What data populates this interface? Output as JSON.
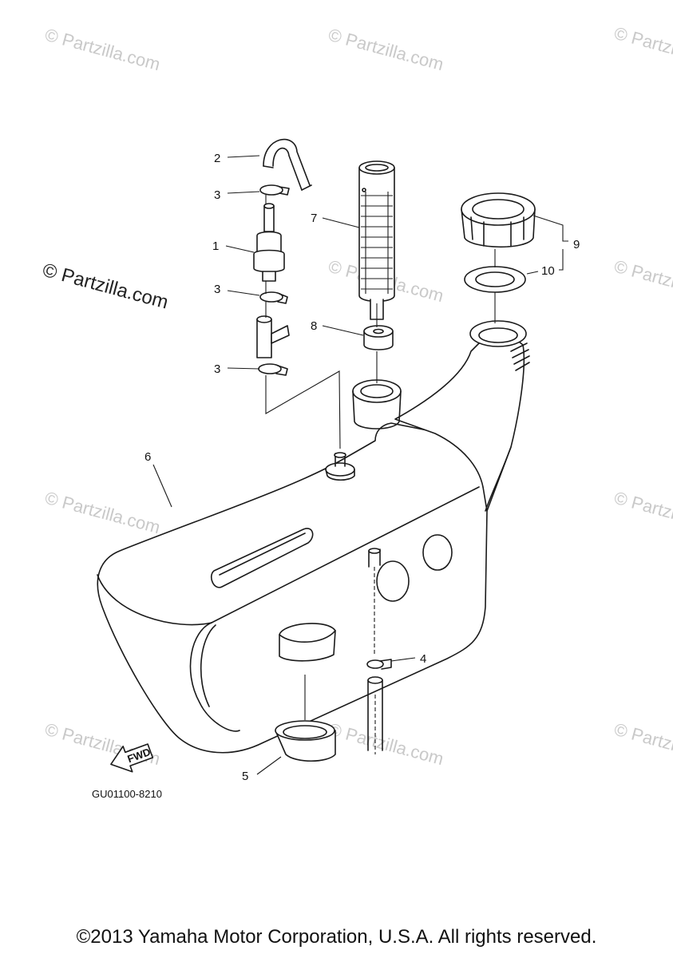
{
  "watermark": {
    "text": "© Partzilla.com",
    "prominent_text": "© Partzilla.com"
  },
  "diagram": {
    "code": "GU01100-8210",
    "fwd_label": "FWD",
    "callouts": [
      {
        "id": "1",
        "label": "1"
      },
      {
        "id": "2",
        "label": "2"
      },
      {
        "id": "3a",
        "label": "3"
      },
      {
        "id": "3b",
        "label": "3"
      },
      {
        "id": "3c",
        "label": "3"
      },
      {
        "id": "4",
        "label": "4"
      },
      {
        "id": "5",
        "label": "5"
      },
      {
        "id": "6",
        "label": "6"
      },
      {
        "id": "7",
        "label": "7"
      },
      {
        "id": "8",
        "label": "8"
      },
      {
        "id": "9",
        "label": "9"
      },
      {
        "id": "10",
        "label": "10"
      }
    ]
  },
  "footer": {
    "copyright": "©2013 Yamaha Motor Corporation, U.S.A. All rights reserved."
  }
}
